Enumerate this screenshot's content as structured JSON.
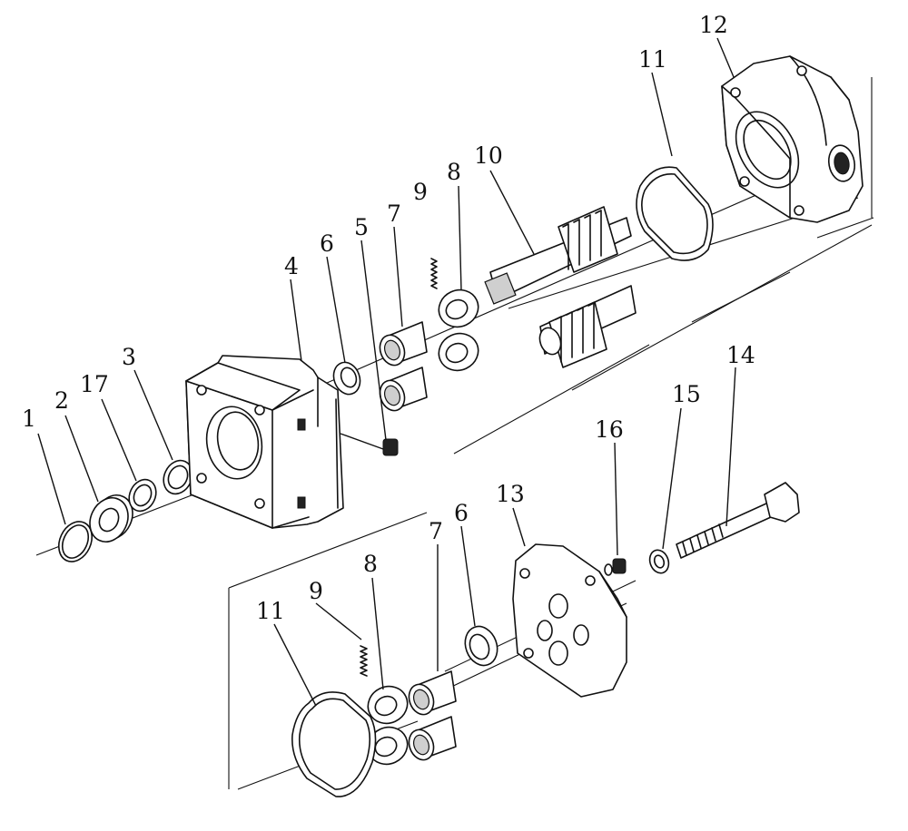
{
  "callouts": [
    {
      "id": "c1",
      "text": "1"
    },
    {
      "id": "c2",
      "text": "2"
    },
    {
      "id": "c17",
      "text": "17"
    },
    {
      "id": "c3",
      "text": "3"
    },
    {
      "id": "c4",
      "text": "4"
    },
    {
      "id": "c6a",
      "text": "6"
    },
    {
      "id": "c5",
      "text": "5"
    },
    {
      "id": "c7a",
      "text": "7"
    },
    {
      "id": "c9a",
      "text": "9"
    },
    {
      "id": "c8a",
      "text": "8"
    },
    {
      "id": "c10",
      "text": "10"
    },
    {
      "id": "c11a",
      "text": "11"
    },
    {
      "id": "c12",
      "text": "12"
    },
    {
      "id": "c14",
      "text": "14"
    },
    {
      "id": "c15",
      "text": "15"
    },
    {
      "id": "c16",
      "text": "16"
    },
    {
      "id": "c13",
      "text": "13"
    },
    {
      "id": "c6b",
      "text": "6"
    },
    {
      "id": "c7b",
      "text": "7"
    },
    {
      "id": "c8b",
      "text": "8"
    },
    {
      "id": "c9b",
      "text": "9"
    },
    {
      "id": "c11b",
      "text": "11"
    }
  ]
}
